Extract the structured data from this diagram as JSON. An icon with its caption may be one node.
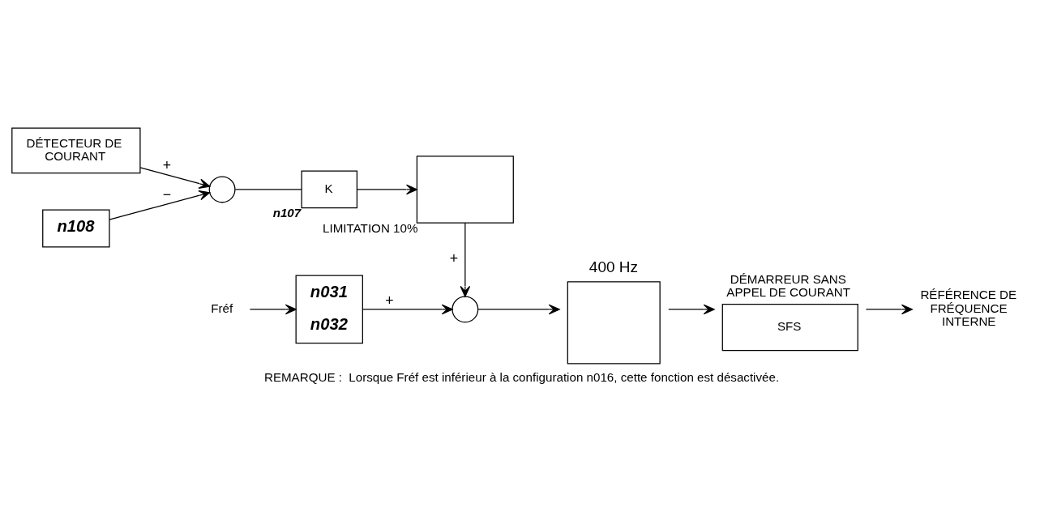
{
  "diagram": {
    "caption": "REMARQUE :  Lorsque Fréf est inférieur à la configuration n016, cette fonction est désactivée.",
    "nodes": [
      {
        "text": [
          "Fréf"
        ]
      },
      {
        "text": [
          "n031",
          "n032"
        ]
      },
      {
        "text": [],
        "shape": "circle"
      },
      {
        "text": [
          "400 Hz"
        ]
      },
      {
        "text": [
          "DÉMARREUR SANS APPEL DE COURANT",
          "SFS"
        ]
      },
      {
        "text": [
          "RÉFÉRENCE DE FRÉQUENCE INTERNE"
        ]
      },
      {
        "text": [],
        "shape": "box",
        "beside": [
          "LIMITATION 10%"
        ]
      },
      {
        "text": [
          "DÉTECTEUR DE COURANT"
        ]
      },
      {
        "text": [],
        "shape": "circle"
      },
      {
        "text": [
          "K"
        ],
        "beside": [
          "n107"
        ]
      },
      {
        "text": [
          "n108"
        ]
      }
    ],
    "edges": [
      {
        "from": 0,
        "to": 1,
        "arrow": "to"
      },
      {
        "from": 1,
        "to": 2,
        "arrow": "to",
        "label": "+"
      },
      {
        "from": 2,
        "to": 3,
        "arrow": "to"
      },
      {
        "from": 3,
        "to": 4,
        "arrow": "to"
      },
      {
        "from": 4,
        "to": 5,
        "arrow": "to"
      },
      {
        "from": 6,
        "to": 2,
        "arrow": "to",
        "label": "+"
      },
      {
        "from": 7,
        "to": 8,
        "arrow": "to",
        "label": "+"
      },
      {
        "from": 10,
        "to": 8,
        "arrow": "to",
        "label": "−"
      },
      {
        "from": 8,
        "to": 9,
        "arrow": "none"
      },
      {
        "from": 9,
        "to": 6,
        "arrow": "to"
      }
    ]
  }
}
